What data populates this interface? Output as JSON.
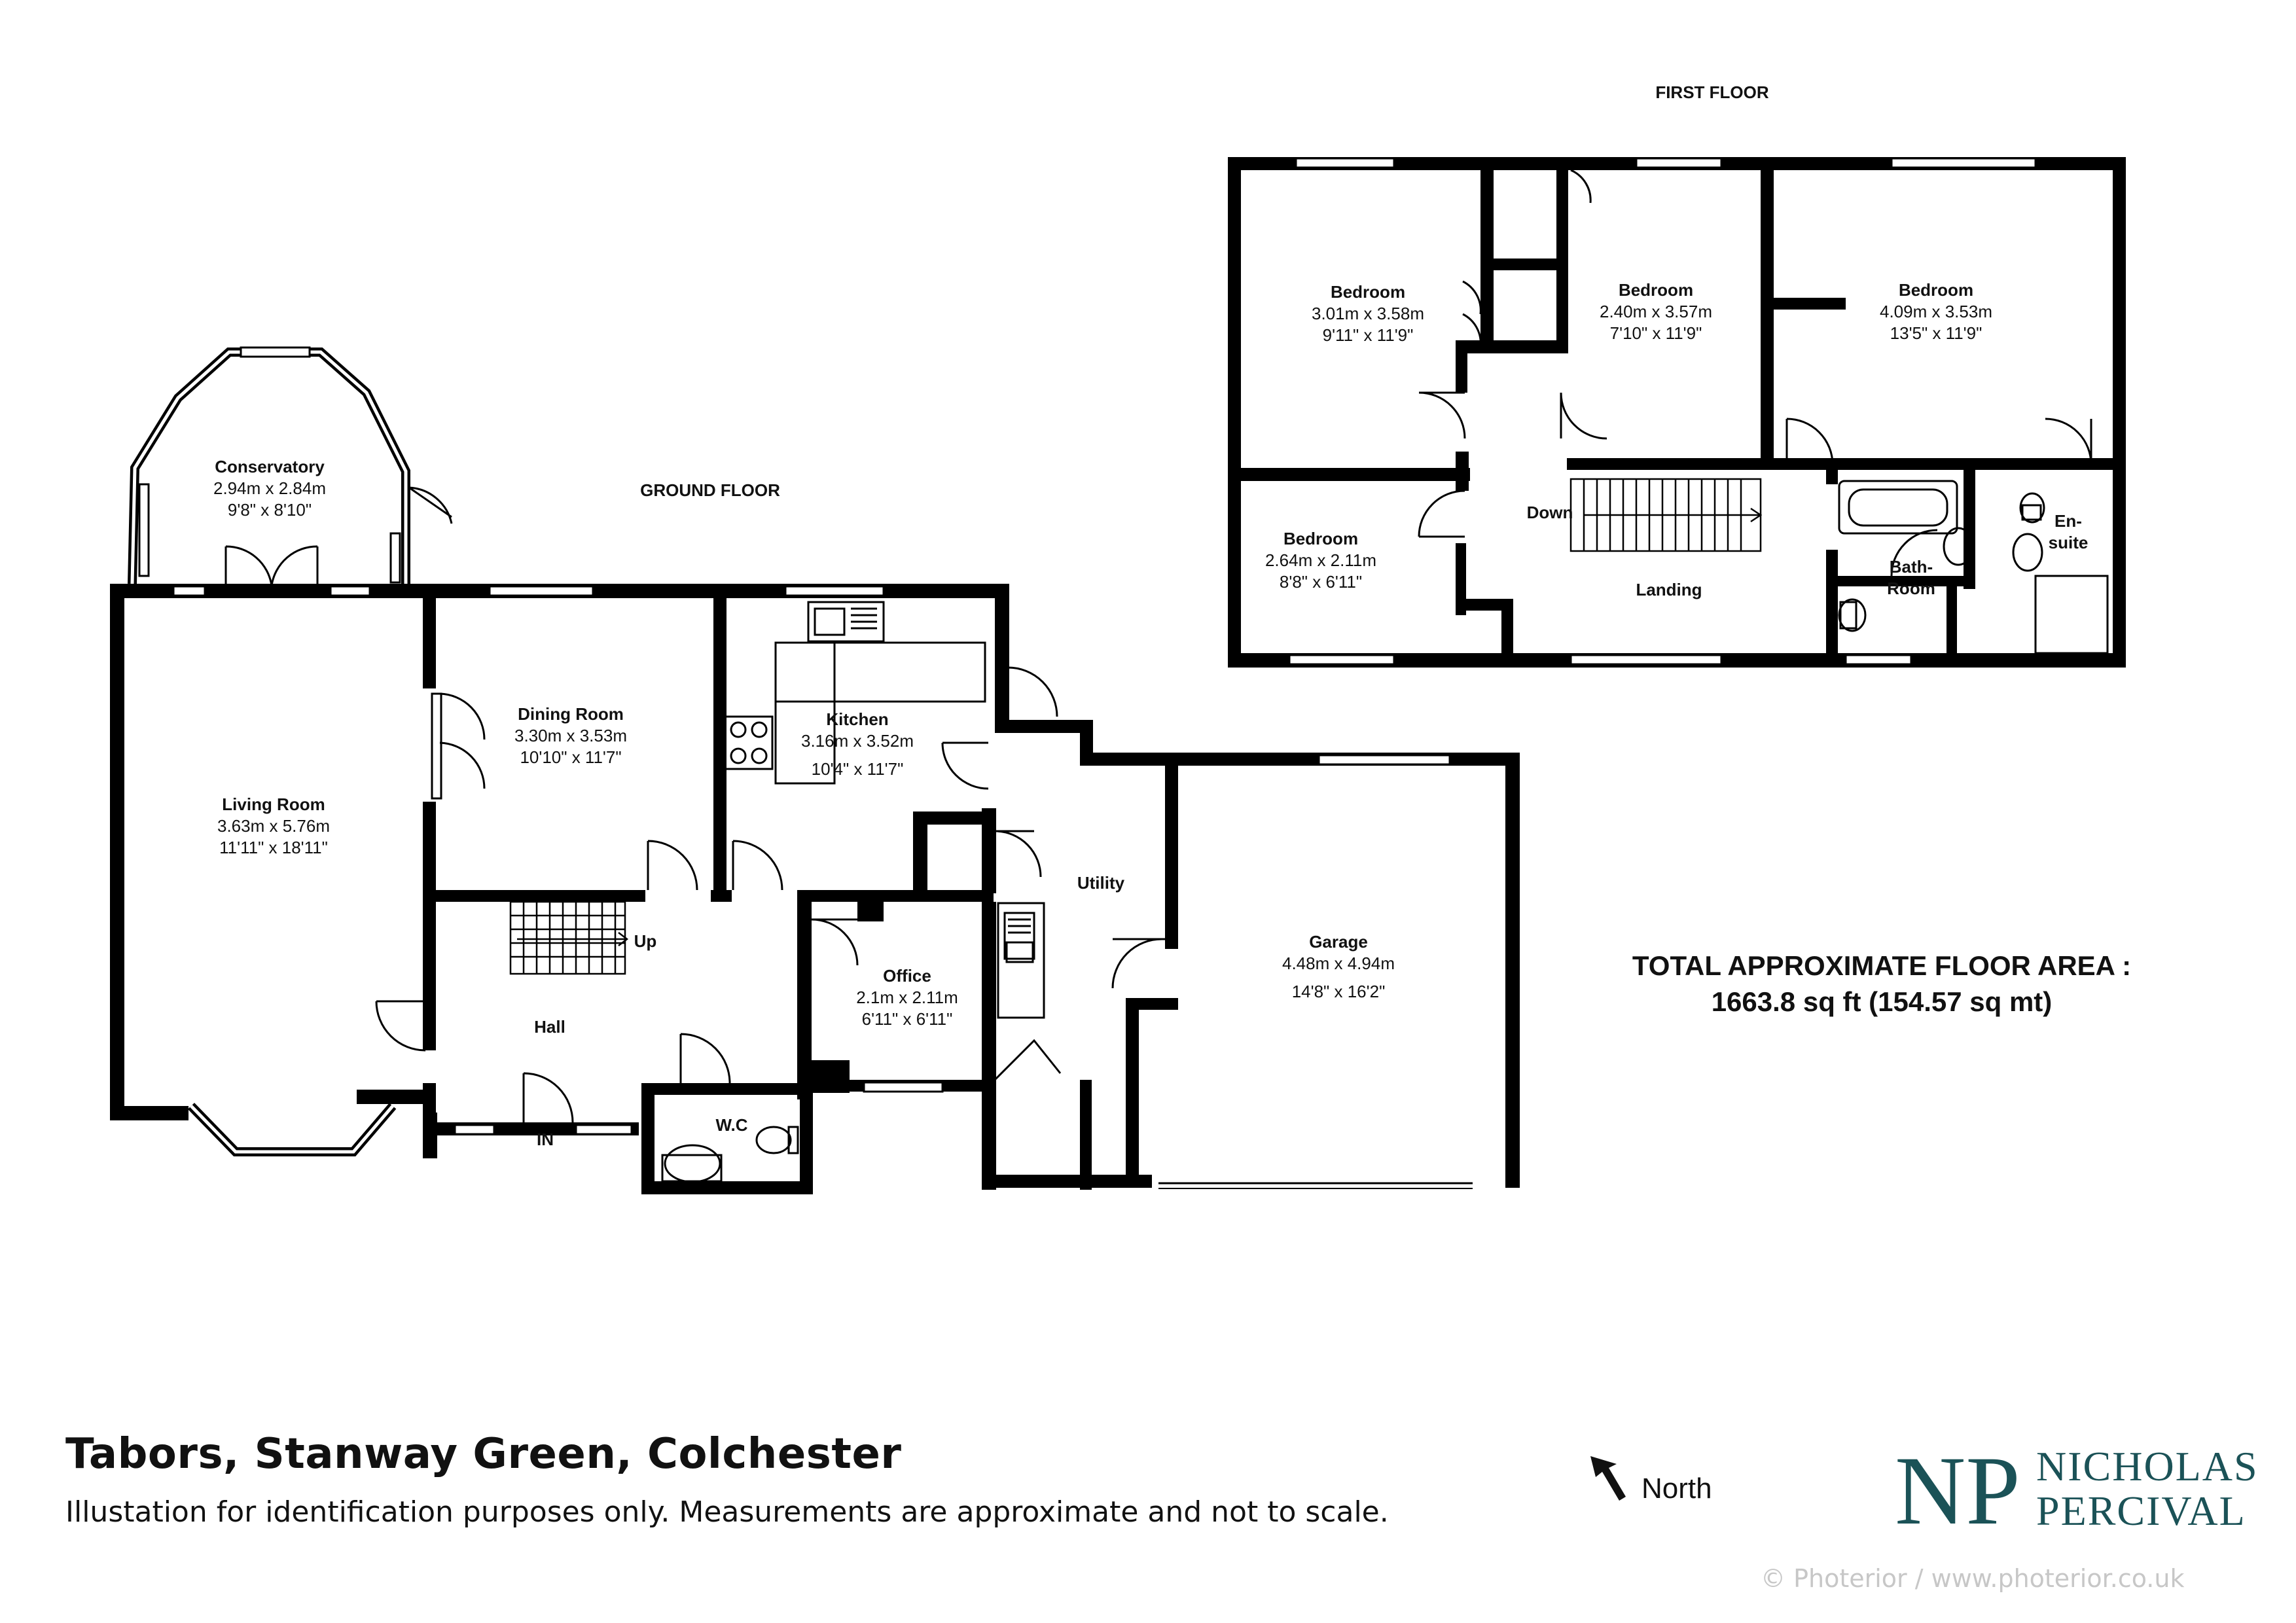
{
  "floors": {
    "first_floor_title": "FIRST FLOOR",
    "ground_floor_title": "GROUND FLOOR"
  },
  "rooms": {
    "conservatory": {
      "name": "Conservatory",
      "metric": "2.94m x 2.84m",
      "imperial": "9'8\"  x 8'10\""
    },
    "living": {
      "name": "Living Room",
      "metric": "3.63m x 5.76m",
      "imperial": "11'11\"  x 18'11\""
    },
    "dining": {
      "name": "Dining Room",
      "metric": "3.30m x 3.53m",
      "imperial": "10'10\"  x 11'7\""
    },
    "kitchen": {
      "name": "Kitchen",
      "metric": "3.16m x 3.52m",
      "imperial": "10'4\"  x 11'7\""
    },
    "hall": {
      "name": "Hall"
    },
    "office": {
      "name": "Office",
      "metric": "2.1m x 2.11m",
      "imperial": "6'11\"  x 6'11\""
    },
    "wc": {
      "name": "W.C"
    },
    "utility": {
      "name": "Utility"
    },
    "garage": {
      "name": "Garage",
      "metric": "4.48m x 4.94m",
      "imperial": "14'8\"  x 16'2\""
    },
    "bed1": {
      "name": "Bedroom",
      "metric": "3.01m x 3.58m",
      "imperial": "9'11\"  x 11'9\""
    },
    "bed2": {
      "name": "Bedroom",
      "metric": "2.40m x 3.57m",
      "imperial": "7'10\"  x 11'9\""
    },
    "bed3": {
      "name": "Bedroom",
      "metric": "4.09m x 3.53m",
      "imperial": "13'5\"  x 11'9\""
    },
    "bed4": {
      "name": "Bedroom",
      "metric": "2.64m x 2.11m",
      "imperial": "8'8\"  x 6'11\""
    },
    "landing": {
      "name": "Landing"
    },
    "bathroom": {
      "name_line1": "Bath-",
      "name_line2": "Room"
    },
    "ensuite": {
      "name_line1": "En-",
      "name_line2": "suite"
    }
  },
  "labels": {
    "up": "Up",
    "down": "Down",
    "in": "IN"
  },
  "total_area": {
    "line1": "TOTAL APPROXIMATE FLOOR AREA :",
    "line2": "1663.8 sq ft (154.57 sq mt)"
  },
  "footer": {
    "title": "Tabors, Stanway Green, Colchester",
    "subtitle": "Illustation for identification purposes only. Measurements are approximate and not to scale.",
    "north": "North",
    "brand_initials": "NP",
    "brand_line1": "NICHOLAS",
    "brand_line2": "PERCIVAL",
    "copyright": "© Photerior / www.photerior.co.uk"
  },
  "colors": {
    "brand": "#1b5257",
    "walls": "#000000",
    "copyright": "#c7c7c7"
  }
}
